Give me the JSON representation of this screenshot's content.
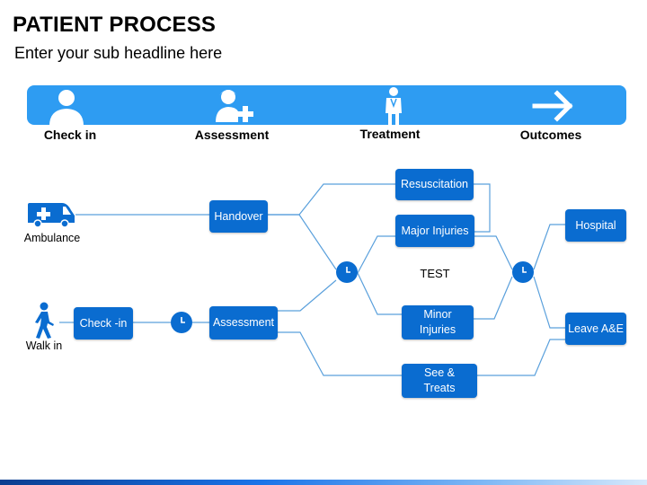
{
  "header": {
    "title": "PATIENT PROCESS",
    "subtitle": "Enter your sub headline here"
  },
  "stages": [
    {
      "label": "Check in",
      "icon": "person-icon"
    },
    {
      "label": "Assessment",
      "icon": "nurse-icon"
    },
    {
      "label": "Treatment",
      "icon": "doctor-icon"
    },
    {
      "label": "Outcomes",
      "icon": "arrow-right-icon"
    }
  ],
  "entries": {
    "ambulance": {
      "label": "Ambulance",
      "icon": "ambulance-icon"
    },
    "walk_in": {
      "label": "Walk in",
      "icon": "walking-person-icon"
    }
  },
  "nodes": {
    "check_in": "Check -in",
    "handover": "Handover",
    "assessment": "Assessment",
    "resuscitation": "Resuscitation",
    "major_injuries": "Major Injuries",
    "minor_injuries": "Minor Injuries",
    "see_treats": "See & Treats",
    "hospital": "Hospital",
    "leave_ae": "Leave A&E"
  },
  "center_label": "TEST",
  "colors": {
    "bar": "#2e9cf2",
    "node": "#0a6cd0",
    "connector": "#5aa0dc"
  }
}
